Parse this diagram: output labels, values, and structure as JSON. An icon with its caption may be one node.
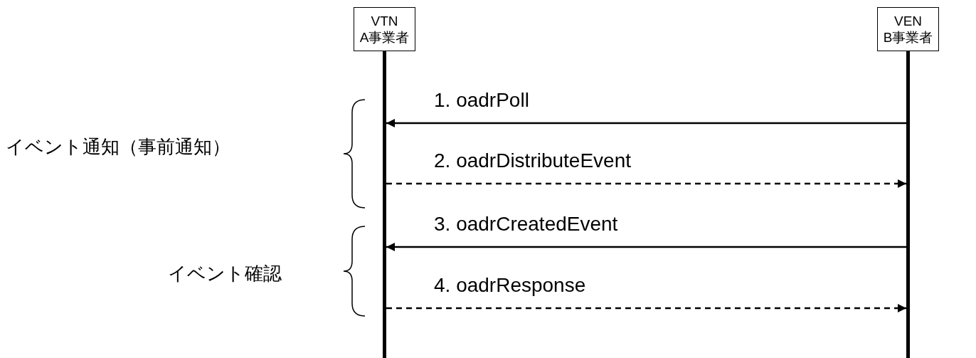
{
  "diagram": {
    "nodes": [
      {
        "text": [
          "VTN",
          "A事業者"
        ]
      },
      {
        "text": [
          "VEN",
          "B事業者"
        ]
      },
      {
        "text": [],
        "shape": "bar"
      },
      {
        "text": [],
        "shape": "bar"
      }
    ],
    "edges": [
      {
        "from": 3,
        "to": 2,
        "arrow": "to",
        "label": "1. oadrPoll"
      },
      {
        "from": 2,
        "to": 3,
        "arrow": "to",
        "label": "2. oadrDistributeEvent",
        "style": "dashed"
      },
      {
        "from": 3,
        "to": 2,
        "arrow": "to",
        "label": "3. oadrCreatedEvent"
      },
      {
        "from": 2,
        "to": 3,
        "arrow": "to",
        "label": "4. oadrResponse",
        "style": "dashed"
      }
    ],
    "labels": [
      "イベント通知（事前通知）",
      "イベント確認"
    ]
  }
}
